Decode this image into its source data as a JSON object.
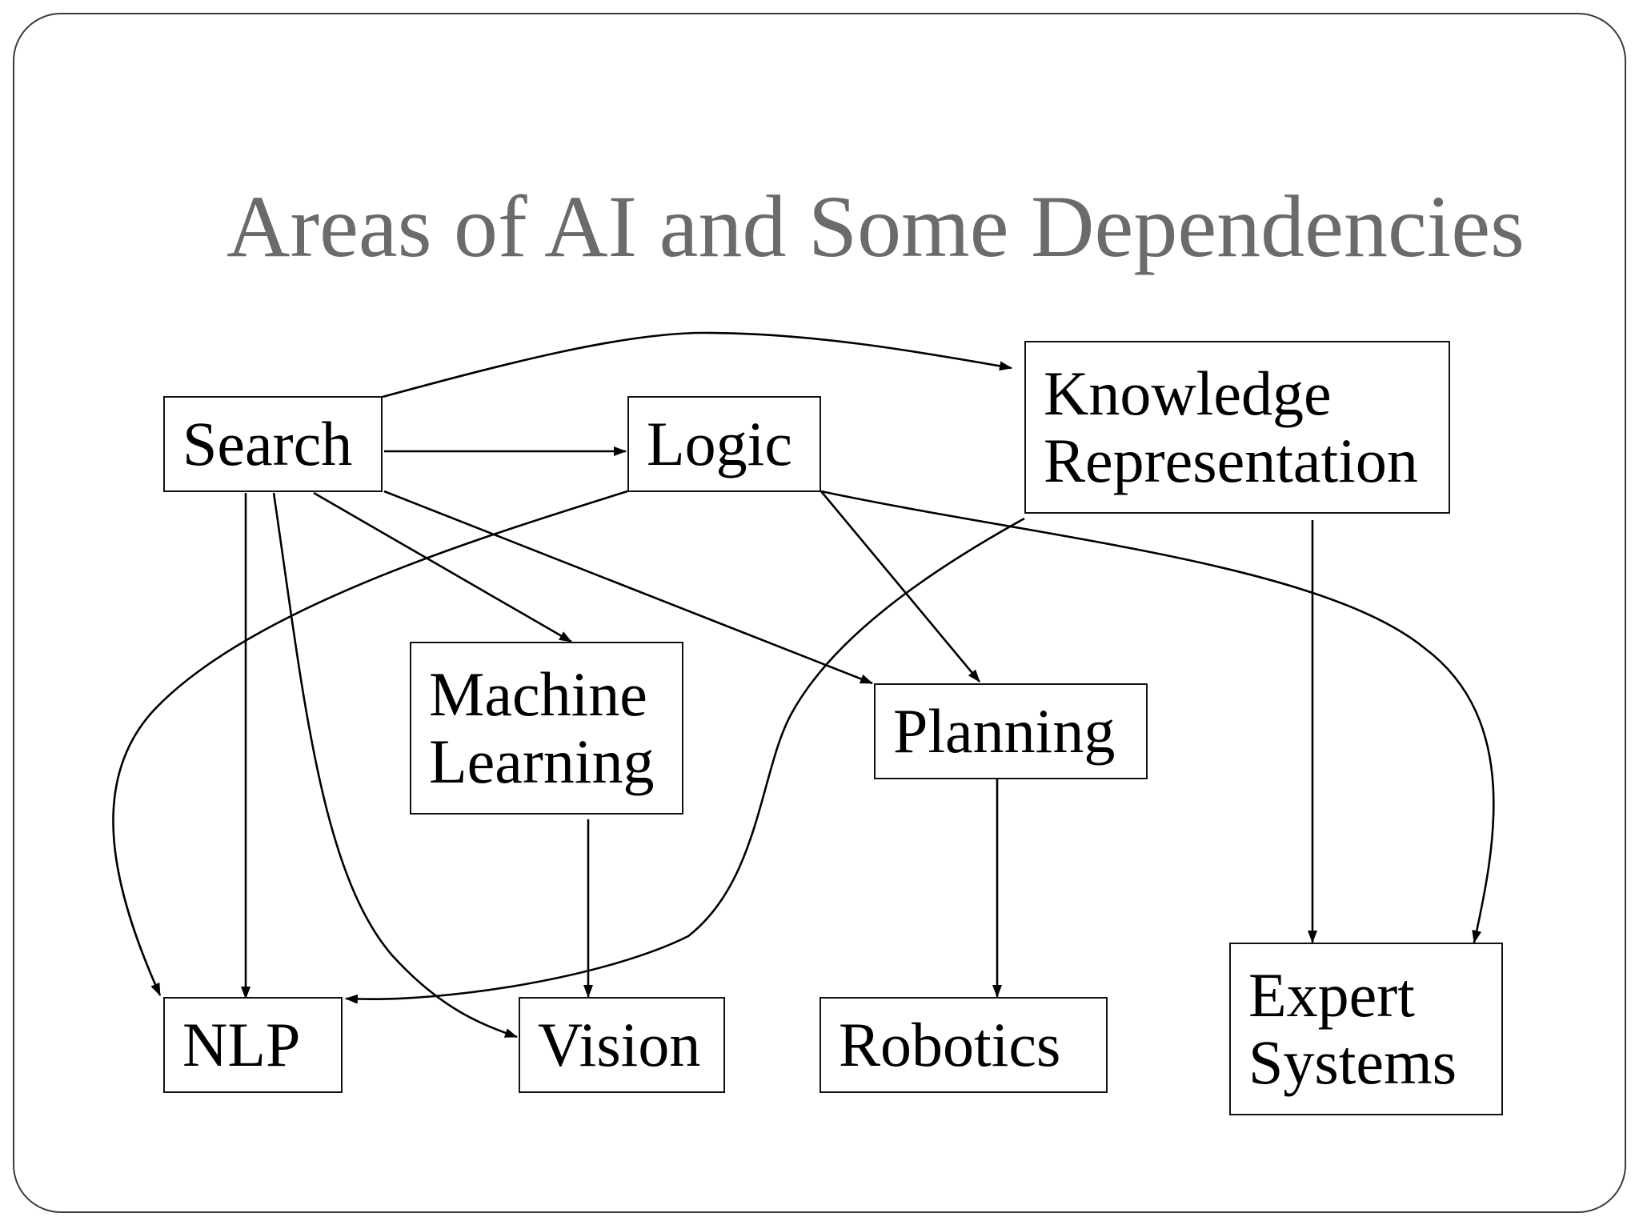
{
  "title": "Areas of AI and Some Dependencies",
  "nodes": {
    "search": {
      "label": "Search"
    },
    "logic": {
      "label": "Logic"
    },
    "knowledge_representation": {
      "line1": "Knowledge",
      "line2": "Representation"
    },
    "machine_learning": {
      "line1": "Machine",
      "line2": "Learning"
    },
    "planning": {
      "label": "Planning"
    },
    "nlp": {
      "label": "NLP"
    },
    "vision": {
      "label": "Vision"
    },
    "robotics": {
      "label": "Robotics"
    },
    "expert_systems": {
      "line1": "Expert",
      "line2": "Systems"
    }
  },
  "edges": [
    {
      "from": "Search",
      "to": "Knowledge Representation"
    },
    {
      "from": "Search",
      "to": "Logic"
    },
    {
      "from": "Search",
      "to": "Machine Learning"
    },
    {
      "from": "Search",
      "to": "Planning"
    },
    {
      "from": "Search",
      "to": "NLP"
    },
    {
      "from": "Search",
      "to": "Vision"
    },
    {
      "from": "Logic",
      "to": "NLP"
    },
    {
      "from": "Logic",
      "to": "Planning"
    },
    {
      "from": "Logic",
      "to": "Expert Systems"
    },
    {
      "from": "Knowledge Representation",
      "to": "NLP"
    },
    {
      "from": "Knowledge Representation",
      "to": "Expert Systems"
    },
    {
      "from": "Machine Learning",
      "to": "Vision"
    },
    {
      "from": "Planning",
      "to": "Robotics"
    }
  ]
}
